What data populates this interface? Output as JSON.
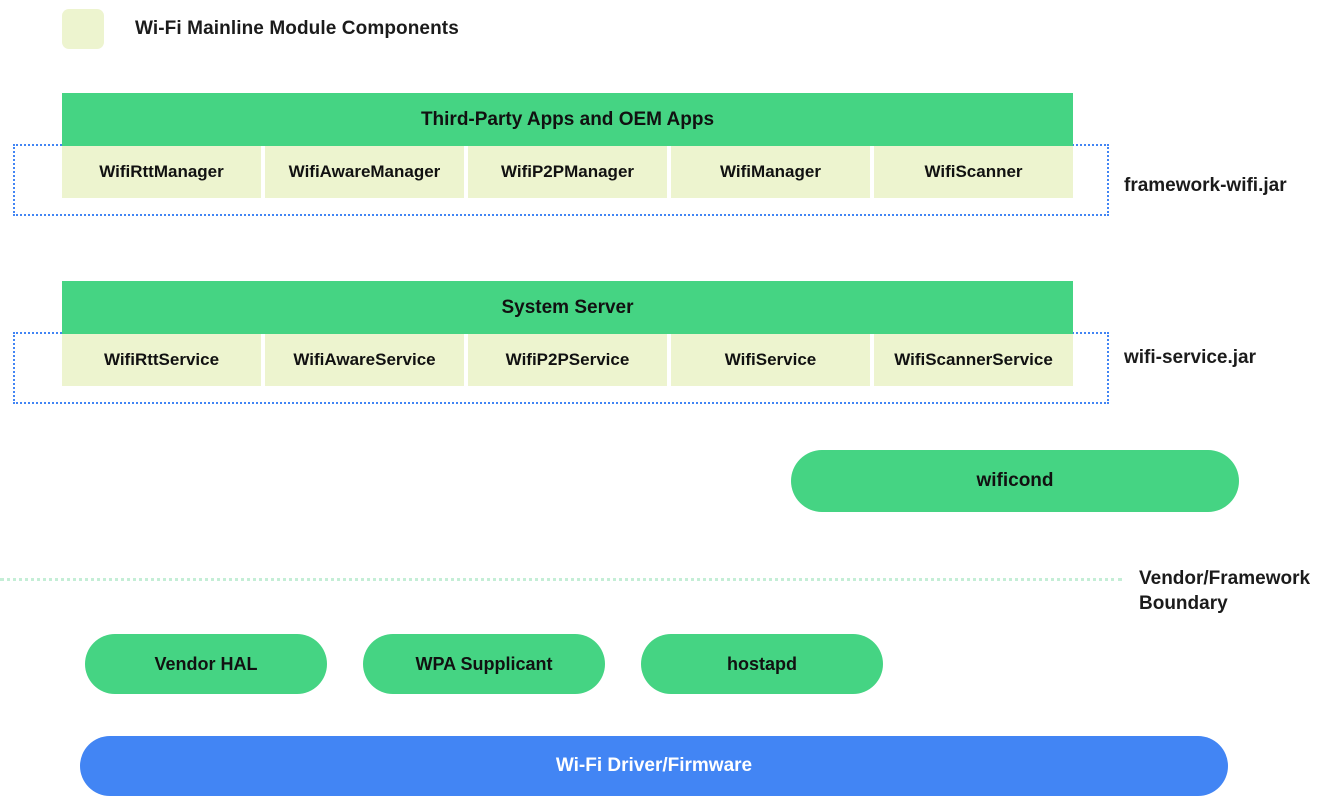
{
  "legend": {
    "swatch_color": "#EDF4CF",
    "label": "Wi-Fi Mainline Module Components"
  },
  "colors": {
    "module_component": "#EDF4CF",
    "framework_green": "#45D483",
    "driver_blue": "#4285F4",
    "module_boundary_dotted": "#4285F4",
    "vendor_boundary_dotted": "#C4EED6"
  },
  "layers": [
    {
      "id": "apps",
      "header": "Third-Party Apps and OEM Apps",
      "jar_label": "framework-wifi.jar",
      "components": [
        "WifiRttManager",
        "WifiAwareManager",
        "WifiP2PManager",
        "WifiManager",
        "WifiScanner"
      ]
    },
    {
      "id": "system-server",
      "header": "System Server",
      "jar_label": "wifi-service.jar",
      "components": [
        "WifiRttService",
        "WifiAwareService",
        "WifiP2PService",
        "WifiService",
        "WifiScannerService"
      ]
    }
  ],
  "wificond": {
    "label": "wificond"
  },
  "boundary": {
    "label_line1": "Vendor/Framework",
    "label_line2": "Boundary"
  },
  "vendor": {
    "items": [
      "Vendor HAL",
      "WPA Supplicant",
      "hostapd"
    ]
  },
  "driver": {
    "label": "Wi-Fi Driver/Firmware"
  }
}
